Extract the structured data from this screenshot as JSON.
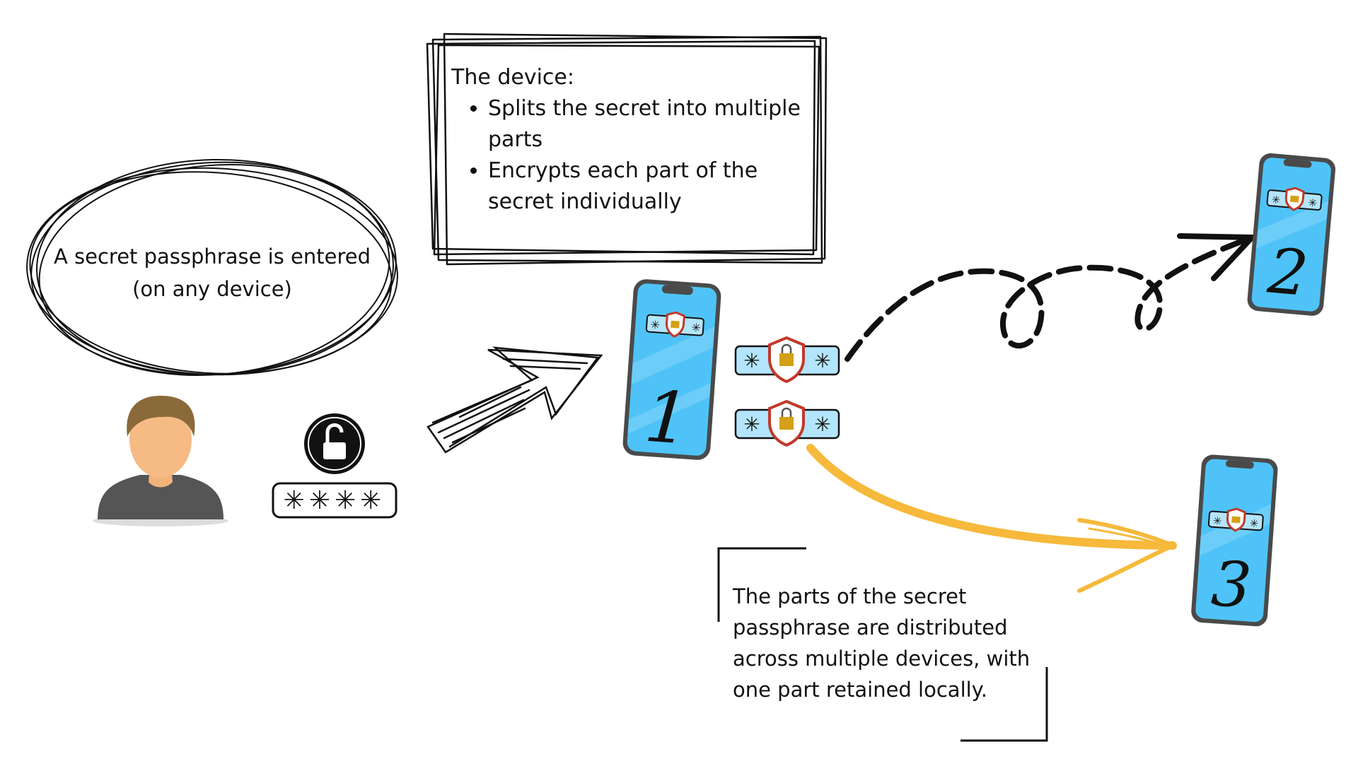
{
  "colors": {
    "phone_screen": "#4fc3f7",
    "phone_frame": "#555555",
    "arrow_yellow": "#f6b93b",
    "ink": "#111111",
    "shield_red": "#c0392b",
    "lock_gold": "#d4a017",
    "badge_fill": "#b3e5fc"
  },
  "user_bubble": {
    "line1": "A secret passphrase is entered",
    "line2": "(on any device)"
  },
  "device_box": {
    "heading": "The device:",
    "bullets": [
      "Splits the secret into multiple parts",
      "Encrypts each part of the secret individually"
    ]
  },
  "password_field": {
    "masked": "✳✳✳✳"
  },
  "phones": [
    {
      "label": "1"
    },
    {
      "label": "2"
    },
    {
      "label": "3"
    }
  ],
  "distribution_note": {
    "text": "The parts of the secret passphrase are distributed across multiple devices, with one part retained locally."
  },
  "icons": [
    "user-avatar-icon",
    "unlock-icon",
    "shield-lock-icon",
    "phone-icon"
  ]
}
